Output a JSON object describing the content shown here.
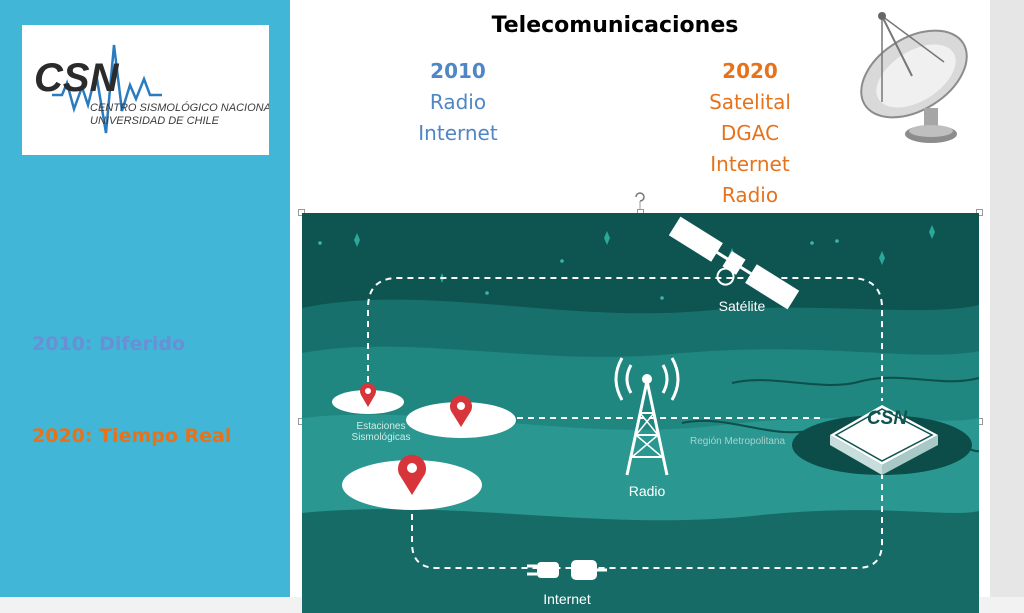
{
  "logo": {
    "acronym": "CSN",
    "line1": "CENTRO SISMOLÓGICO NACIONAL",
    "line2": "UNIVERSIDAD DE CHILE"
  },
  "header": {
    "title": "Telecomunicaciones"
  },
  "columns": {
    "left": {
      "year": "2010",
      "items": [
        "Radio",
        "Internet"
      ]
    },
    "right": {
      "year": "2020",
      "items": [
        "Satelital",
        "DGAC",
        "Internet",
        "Radio"
      ]
    }
  },
  "sidebar": {
    "label_2010": "2010: Diferido",
    "label_2020": "2020: Tiempo Real"
  },
  "diagram": {
    "satellite_label": "Satélite",
    "radio_label": "Radio",
    "internet_label": "Internet",
    "stations_line1": "Estaciones",
    "stations_line2": "Sismológicas",
    "region_label": "Región Metropolitana",
    "csn_label": "CSN"
  },
  "colors": {
    "sidebar": "#41b6d6",
    "accent_2010": "#4f86c6",
    "accent_2020": "#e6731c",
    "map_bg": "#0e5552",
    "pin": "#d8343b"
  }
}
